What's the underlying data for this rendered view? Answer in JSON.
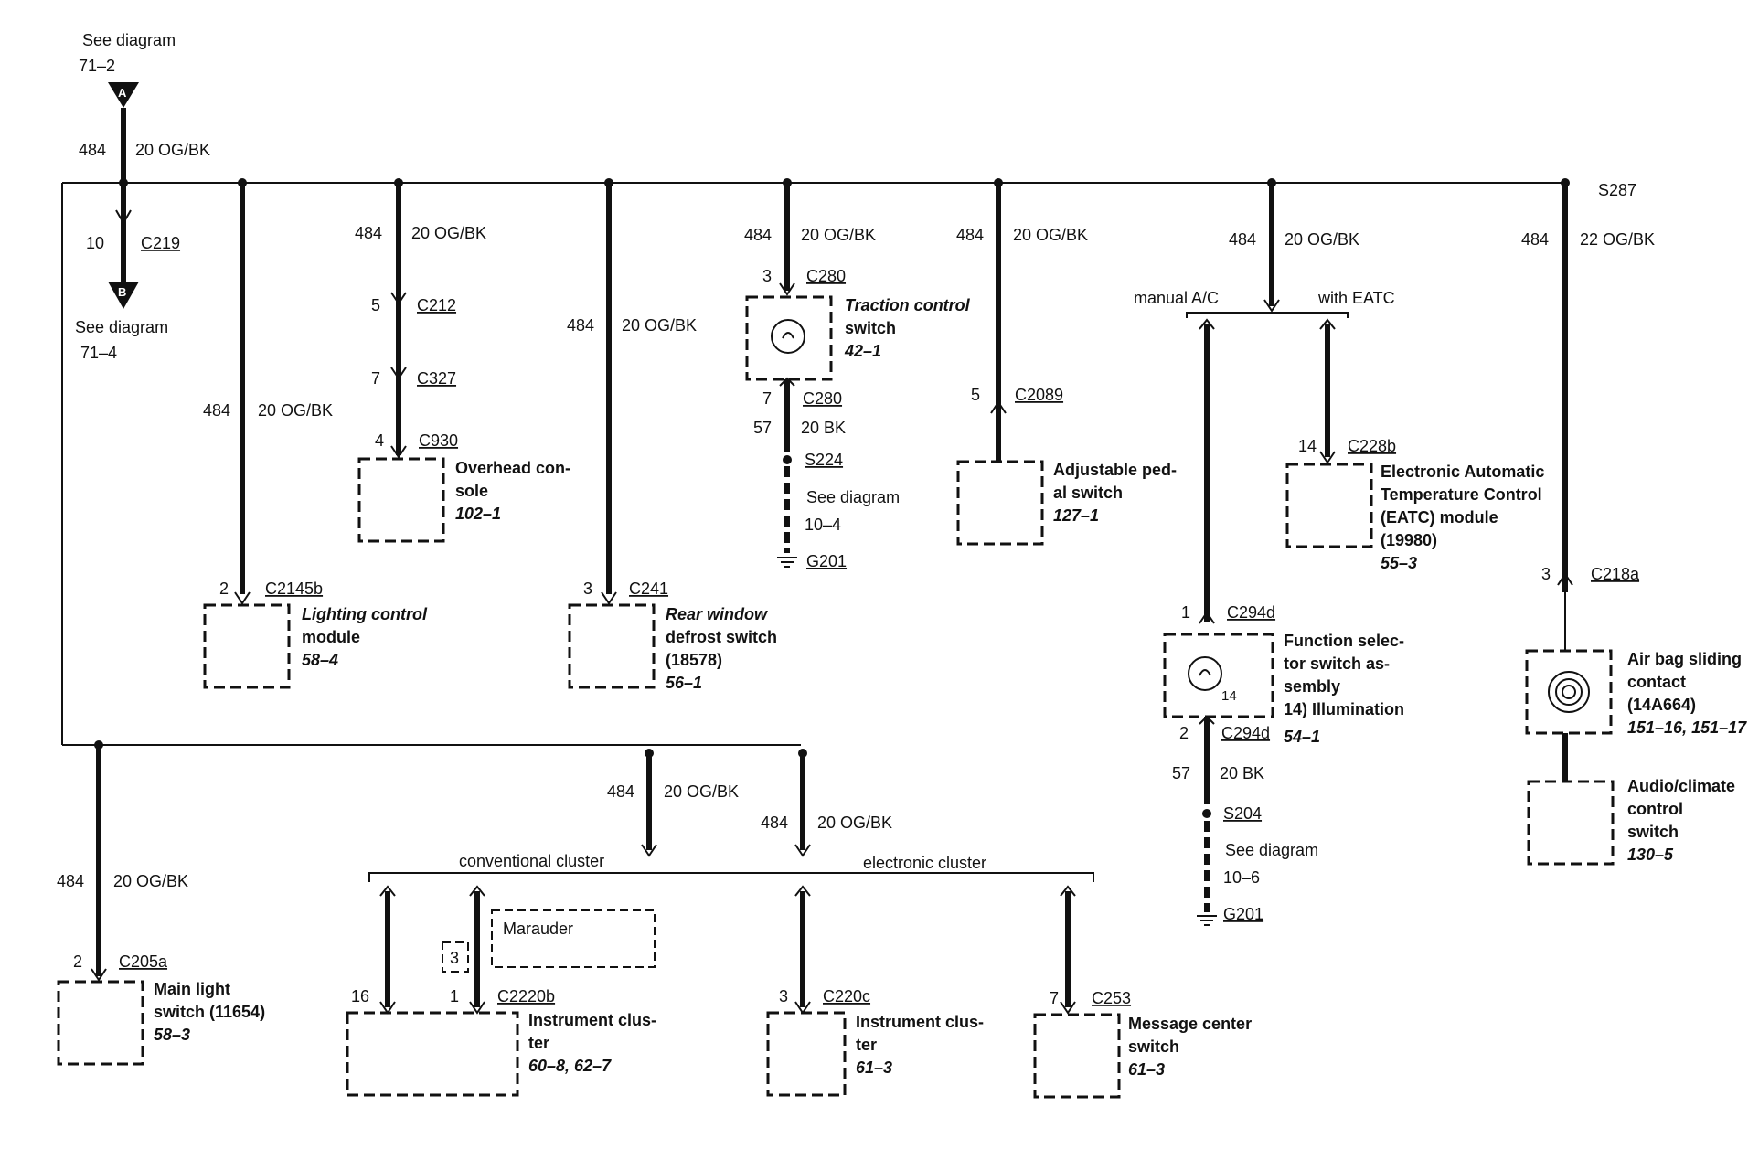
{
  "top_ref": {
    "title": "See diagram",
    "page": "71–2",
    "marker": "A"
  },
  "bottom_ref": {
    "title": "See diagram",
    "page": "71–4",
    "marker": "B"
  },
  "splice_s287": "S287",
  "left_feed": {
    "circuit": "484",
    "wire": "20 OG/BK",
    "pin": "10",
    "connector": "C219"
  },
  "branches": {
    "lighting": {
      "circuit": "484",
      "wire": "20 OG/BK",
      "pin": "2",
      "connector": "C2145b",
      "name_1": "Lighting control",
      "name_2": "module",
      "ref": "58–4"
    },
    "overhead": {
      "circuit": "484",
      "wire": "20 OG/BK",
      "pin_a": "5",
      "conn_a": "C212",
      "pin_b": "7",
      "conn_b": "C327",
      "pin_c": "4",
      "conn_c": "C930",
      "name_1": "Overhead con-",
      "name_2": "sole",
      "ref": "102–1"
    },
    "rear_defrost": {
      "circuit": "484",
      "wire": "20 OG/BK",
      "pin": "3",
      "connector": "C241",
      "name_1": "Rear window",
      "name_2": "defrost switch",
      "name_3": "(18578)",
      "ref": "56–1"
    },
    "traction": {
      "circuit": "484",
      "wire": "20 OG/BK",
      "pin_in": "3",
      "conn_in": "C280",
      "name_1": "Traction control",
      "name_2": "switch",
      "ref": "42–1",
      "pin_out": "7",
      "conn_out": "C280",
      "gnd_circuit": "57",
      "gnd_wire": "20 BK",
      "splice": "S224",
      "see": "See diagram",
      "see_page": "10–4",
      "ground": "G201"
    },
    "pedal": {
      "circuit": "484",
      "wire": "20 OG/BK",
      "pin": "5",
      "connector": "C2089",
      "name_1": "Adjustable ped-",
      "name_2": "al switch",
      "ref": "127–1"
    },
    "climate": {
      "circuit": "484",
      "wire": "20 OG/BK",
      "opt_left": "manual A/C",
      "opt_right": "with EATC"
    },
    "eatc": {
      "pin": "14",
      "connector": "C228b",
      "name_1": "Electronic Automatic",
      "name_2": "Temperature Control",
      "name_3": "(EATC) module",
      "name_4": "(19980)",
      "ref": "55–3"
    },
    "function": {
      "pin_in": "1",
      "conn_in": "C294d",
      "inner_pin": "14",
      "name_1": "Function selec-",
      "name_2": "tor switch as-",
      "name_3": "sembly",
      "name_4": "14) Illumination",
      "ref": "54–1",
      "pin_out": "2",
      "conn_out": "C294d",
      "gnd_circuit": "57",
      "gnd_wire": "20 BK",
      "splice": "S204",
      "see": "See diagram",
      "see_page": "10–6",
      "ground": "G201"
    },
    "airbag": {
      "circuit": "484",
      "wire": "22 OG/BK",
      "pin": "3",
      "connector": "C218a",
      "name_1": "Air bag sliding",
      "name_2": "contact",
      "name_3": "(14A664)",
      "ref": "151–16, 151–17"
    },
    "audio": {
      "name_1": "Audio/climate",
      "name_2": "control",
      "name_3": "switch",
      "ref": "130–5"
    },
    "main_light": {
      "circuit": "484",
      "wire": "20 OG/BK",
      "pin": "2",
      "connector": "C205a",
      "name_1": "Main light",
      "name_2": "switch (11654)",
      "ref": "58–3"
    },
    "clusters": {
      "left_circuit": "484",
      "left_wire": "20 OG/BK",
      "right_circuit": "484",
      "right_wire": "20 OG/BK",
      "opt_left": "conventional cluster",
      "opt_right": "electronic cluster",
      "marauder": "Marauder",
      "marauder_num": "3"
    },
    "ic_conv": {
      "pin_a": "16",
      "pin_b": "1",
      "connector": "C2220b",
      "name_1": "Instrument clus-",
      "name_2": "ter",
      "ref": "60–8, 62–7"
    },
    "ic_elec": {
      "pin": "3",
      "connector": "C220c",
      "name_1": "Instrument clus-",
      "name_2": "ter",
      "ref": "61–3"
    },
    "msg": {
      "pin": "7",
      "connector": "C253",
      "name_1": "Message center",
      "name_2": "switch",
      "ref": "61–3"
    }
  }
}
